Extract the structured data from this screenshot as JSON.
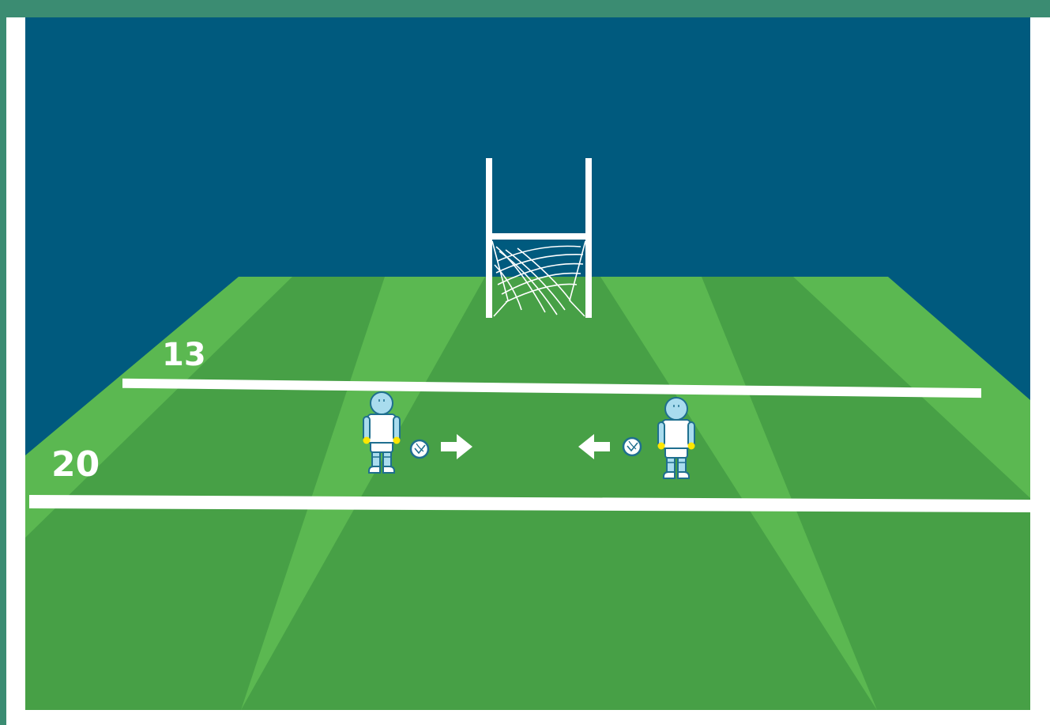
{
  "drill": {
    "markers": [
      {
        "id": "line-13",
        "label": "13"
      },
      {
        "id": "line-20",
        "label": "20"
      }
    ],
    "players": [
      {
        "id": "player-left",
        "direction": "right"
      },
      {
        "id": "player-right",
        "direction": "left"
      }
    ],
    "icons": {
      "goalposts": "goalposts-icon",
      "net": "net-icon",
      "ball": "football-icon",
      "arrow_right": "arrow-right-icon",
      "arrow_left": "arrow-left-icon",
      "player": "player-icon"
    },
    "colors": {
      "sky": "#005a7e",
      "grass_light": "#5bb851",
      "grass_dark": "#47a046",
      "lines": "#ffffff",
      "border": "#3b8c72",
      "player_fill": "#a9dcee",
      "player_outline": "#1f6f8f",
      "gloves": "#ffe600"
    }
  }
}
